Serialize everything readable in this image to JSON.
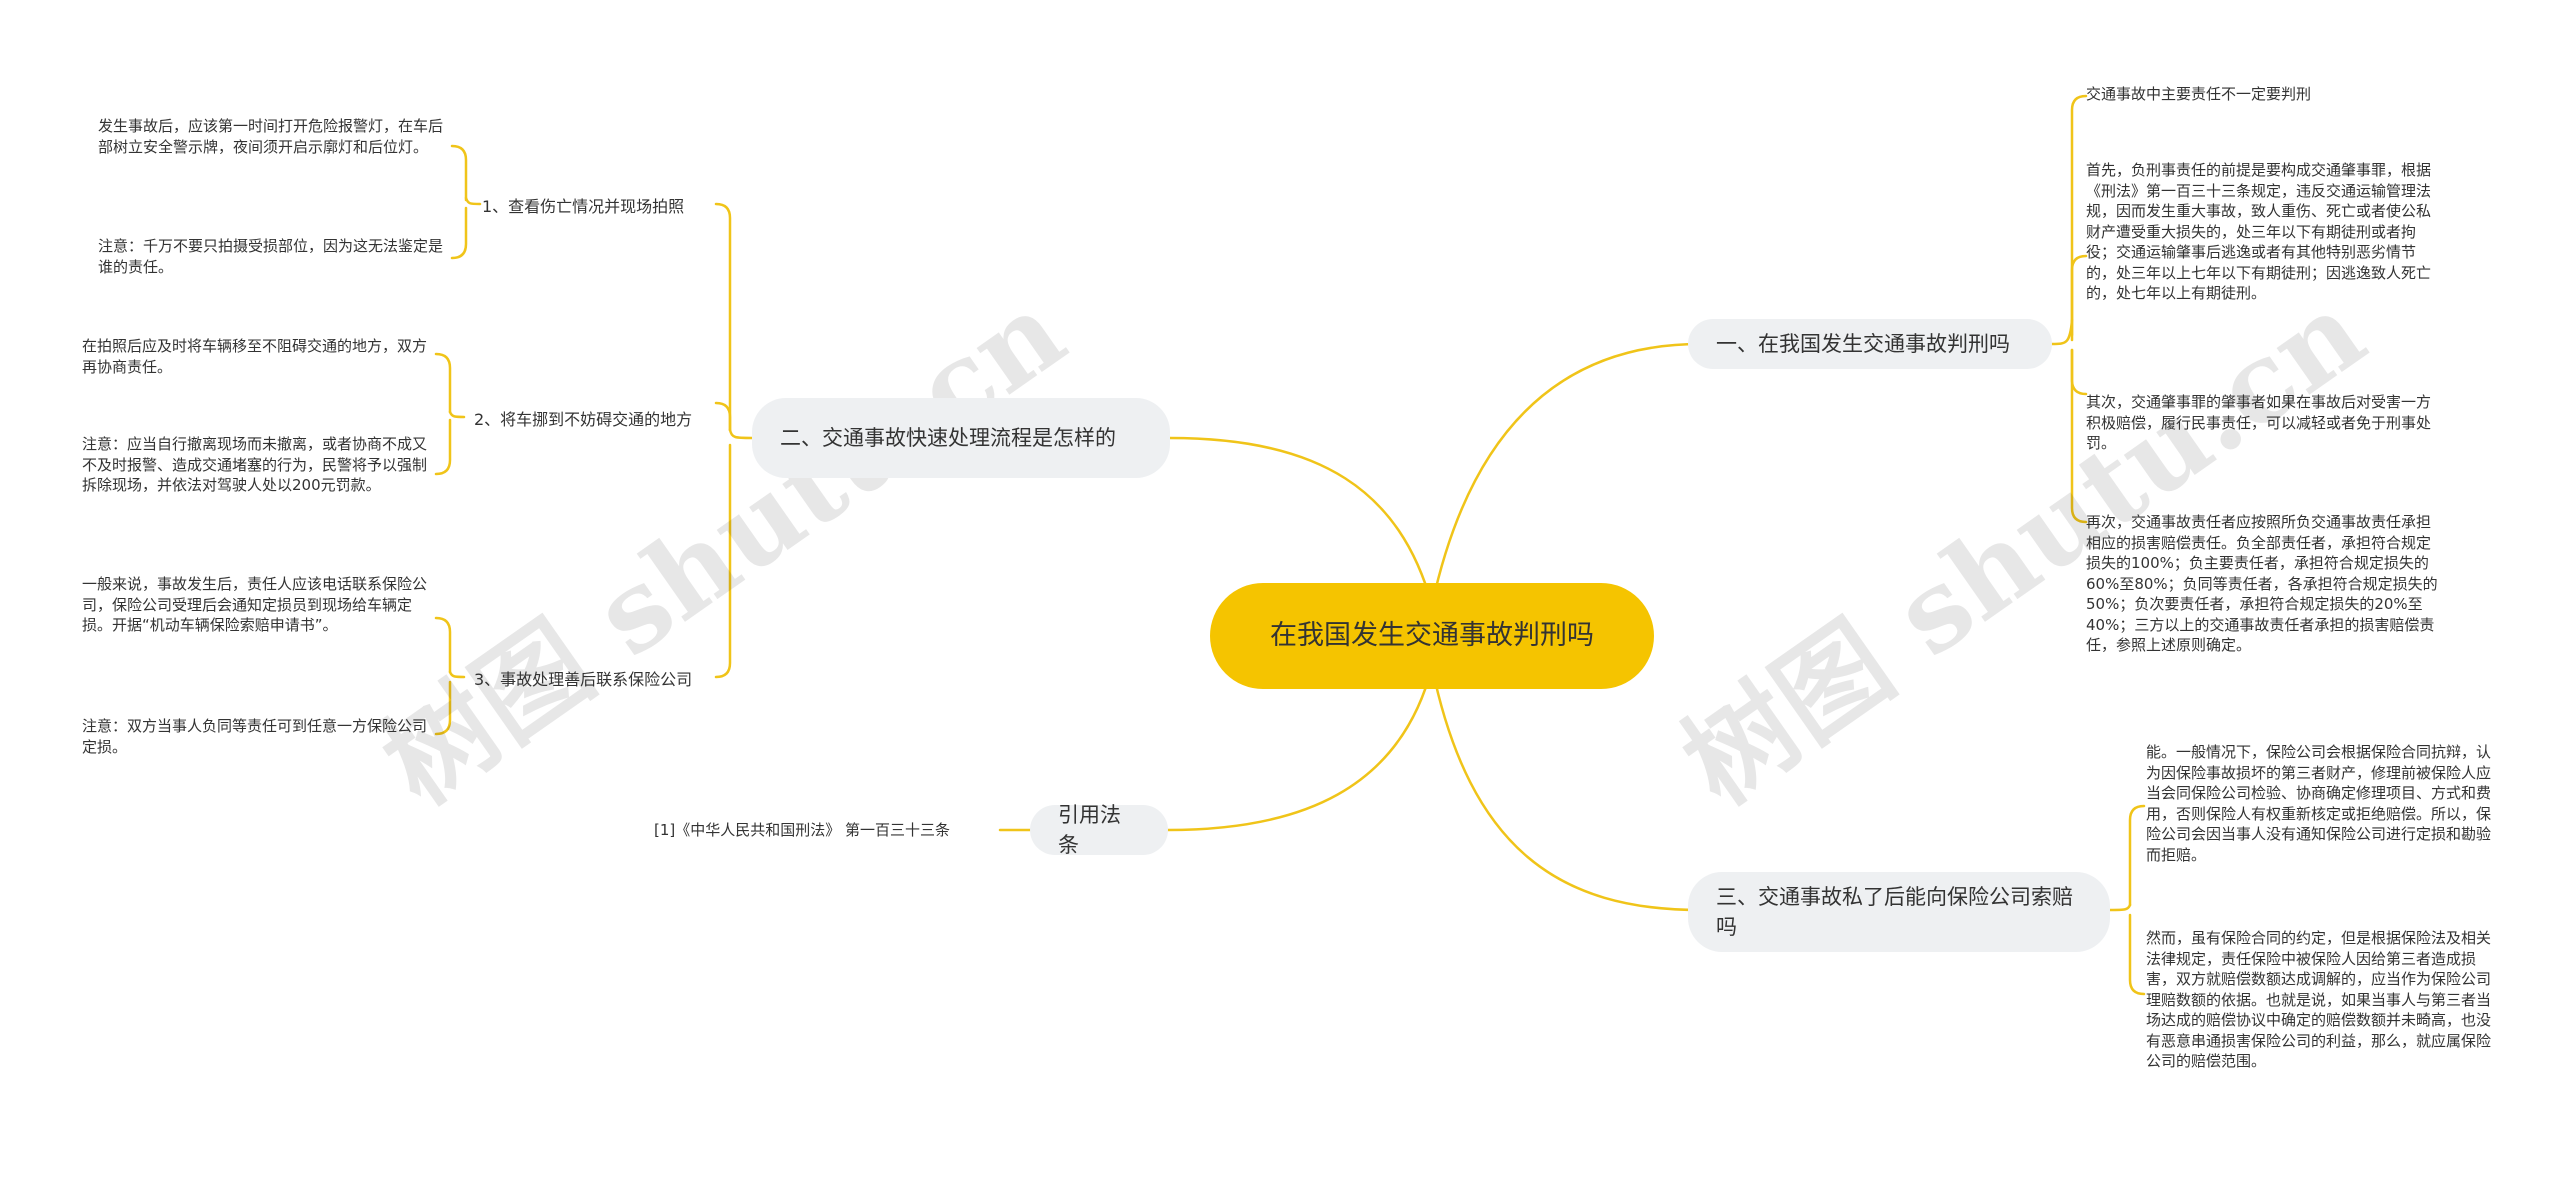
{
  "root": {
    "title": "在我国发生交通事故判刑吗"
  },
  "right": {
    "b1": {
      "label": "一、在我国发生交通事故判刑吗",
      "leaves": [
        "交通事故中主要责任不一定要判刑",
        "首先，负刑事责任的前提是要构成交通肇事罪，根据《刑法》第一百三十三条规定，违反交通运输管理法规，因而发生重大事故，致人重伤、死亡或者使公私财产遭受重大损失的，处三年以下有期徒刑或者拘役；交通运输肇事后逃逸或者有其他特别恶劣情节的，处三年以上七年以下有期徒刑；因逃逸致人死亡的，处七年以上有期徒刑。",
        "其次，交通肇事罪的肇事者如果在事故后对受害一方积极赔偿，履行民事责任，可以减轻或者免于刑事处罚。",
        "再次，交通事故责任者应按照所负交通事故责任承担相应的损害赔偿责任。负全部责任者，承担符合规定损失的100%；负主要责任者，承担符合规定损失的60%至80%；负同等责任者，各承担符合规定损失的50%；负次要责任者，承担符合规定损失的20%至40%；三方以上的交通事故责任者承担的损害赔偿责任，参照上述原则确定。"
      ]
    },
    "b3": {
      "label": "三、交通事故私了后能向保险公司索赔吗",
      "leaves": [
        "能。一般情况下，保险公司会根据保险合同抗辩，认为因保险事故损坏的第三者财产，修理前被保险人应当会同保险公司检验、协商确定修理项目、方式和费用，否则保险人有权重新核定或拒绝赔偿。所以，保险公司会因当事人没有通知保险公司进行定损和勘验而拒赔。",
        "然而，虽有保险合同的约定，但是根据保险法及相关法律规定，责任保险中被保险人因给第三者造成损害，双方就赔偿数额达成调解的，应当作为保险公司理赔数额的依据。也就是说，如果当事人与第三者当场达成的赔偿协议中确定的赔偿数额并未畸高，也没有恶意串通损害保险公司的利益，那么，就应属保险公司的赔偿范围。"
      ]
    }
  },
  "left": {
    "b2": {
      "label": "二、交通事故快速处理流程是怎样的",
      "subs": [
        {
          "label": "1、查看伤亡情况并现场拍照",
          "leaves": [
            "发生事故后，应该第一时间打开危险报警灯，在车后部树立安全警示牌，夜间须开启示廓灯和后位灯。",
            "注意：千万不要只拍摄受损部位，因为这无法鉴定是谁的责任。"
          ]
        },
        {
          "label": "2、将车挪到不妨碍交通的地方",
          "leaves": [
            "在拍照后应及时将车辆移至不阻碍交通的地方，双方再协商责任。",
            "注意：应当自行撤离现场而未撤离，或者协商不成又不及时报警、造成交通堵塞的行为，民警将予以强制拆除现场，并依法对驾驶人处以200元罚款。"
          ]
        },
        {
          "label": "3、事故处理善后联系保险公司",
          "leaves": [
            "一般来说，事故发生后，责任人应该电话联系保险公司，保险公司受理后会通知定损员到现场给车辆定损。开据“机动车辆保险索赔申请书”。",
            "注意：双方当事人负同等责任可到任意一方保险公司定损。"
          ]
        }
      ]
    },
    "b4": {
      "label": "引用法条",
      "leaves": [
        "[1]《中华人民共和国刑法》 第一百三十三条"
      ]
    }
  },
  "watermark": "树图 shutu.cn",
  "colors": {
    "root": "#f5c400",
    "line": "#f0c419",
    "branch_bg": "#eef0f2"
  }
}
